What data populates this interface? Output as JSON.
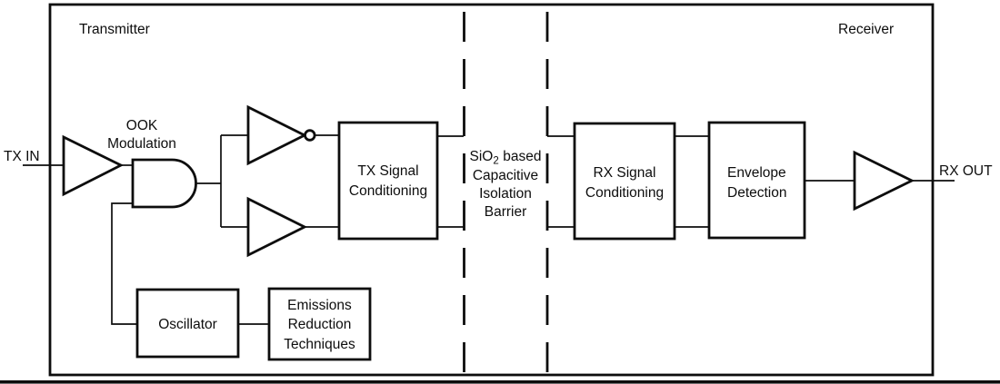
{
  "diagram": {
    "region_labels": {
      "transmitter": "Transmitter",
      "receiver": "Receiver"
    },
    "ports": {
      "tx_in": "TX IN",
      "rx_out": "RX OUT"
    },
    "ook_label": {
      "line1": "OOK",
      "line2": "Modulation"
    },
    "barrier_label": {
      "formula_base": "SiO",
      "formula_subscript": "2",
      "formula_rest": "based",
      "line2": "Capacitive",
      "line3": "Isolation",
      "line4": "Barrier"
    },
    "blocks": {
      "tx_signal_conditioning": {
        "line1": "TX Signal",
        "line2": "Conditioning"
      },
      "rx_signal_conditioning": {
        "line1": "RX Signal",
        "line2": "Conditioning"
      },
      "envelope_detection": {
        "line1": "Envelope",
        "line2": "Detection"
      },
      "oscillator": {
        "label": "Oscillator"
      },
      "emissions_reduction": {
        "line1": "Emissions",
        "line2": "Reduction",
        "line3": "Techniques"
      }
    },
    "colors": {
      "ink": "#0d0d0d",
      "background": "#ffffff"
    }
  }
}
